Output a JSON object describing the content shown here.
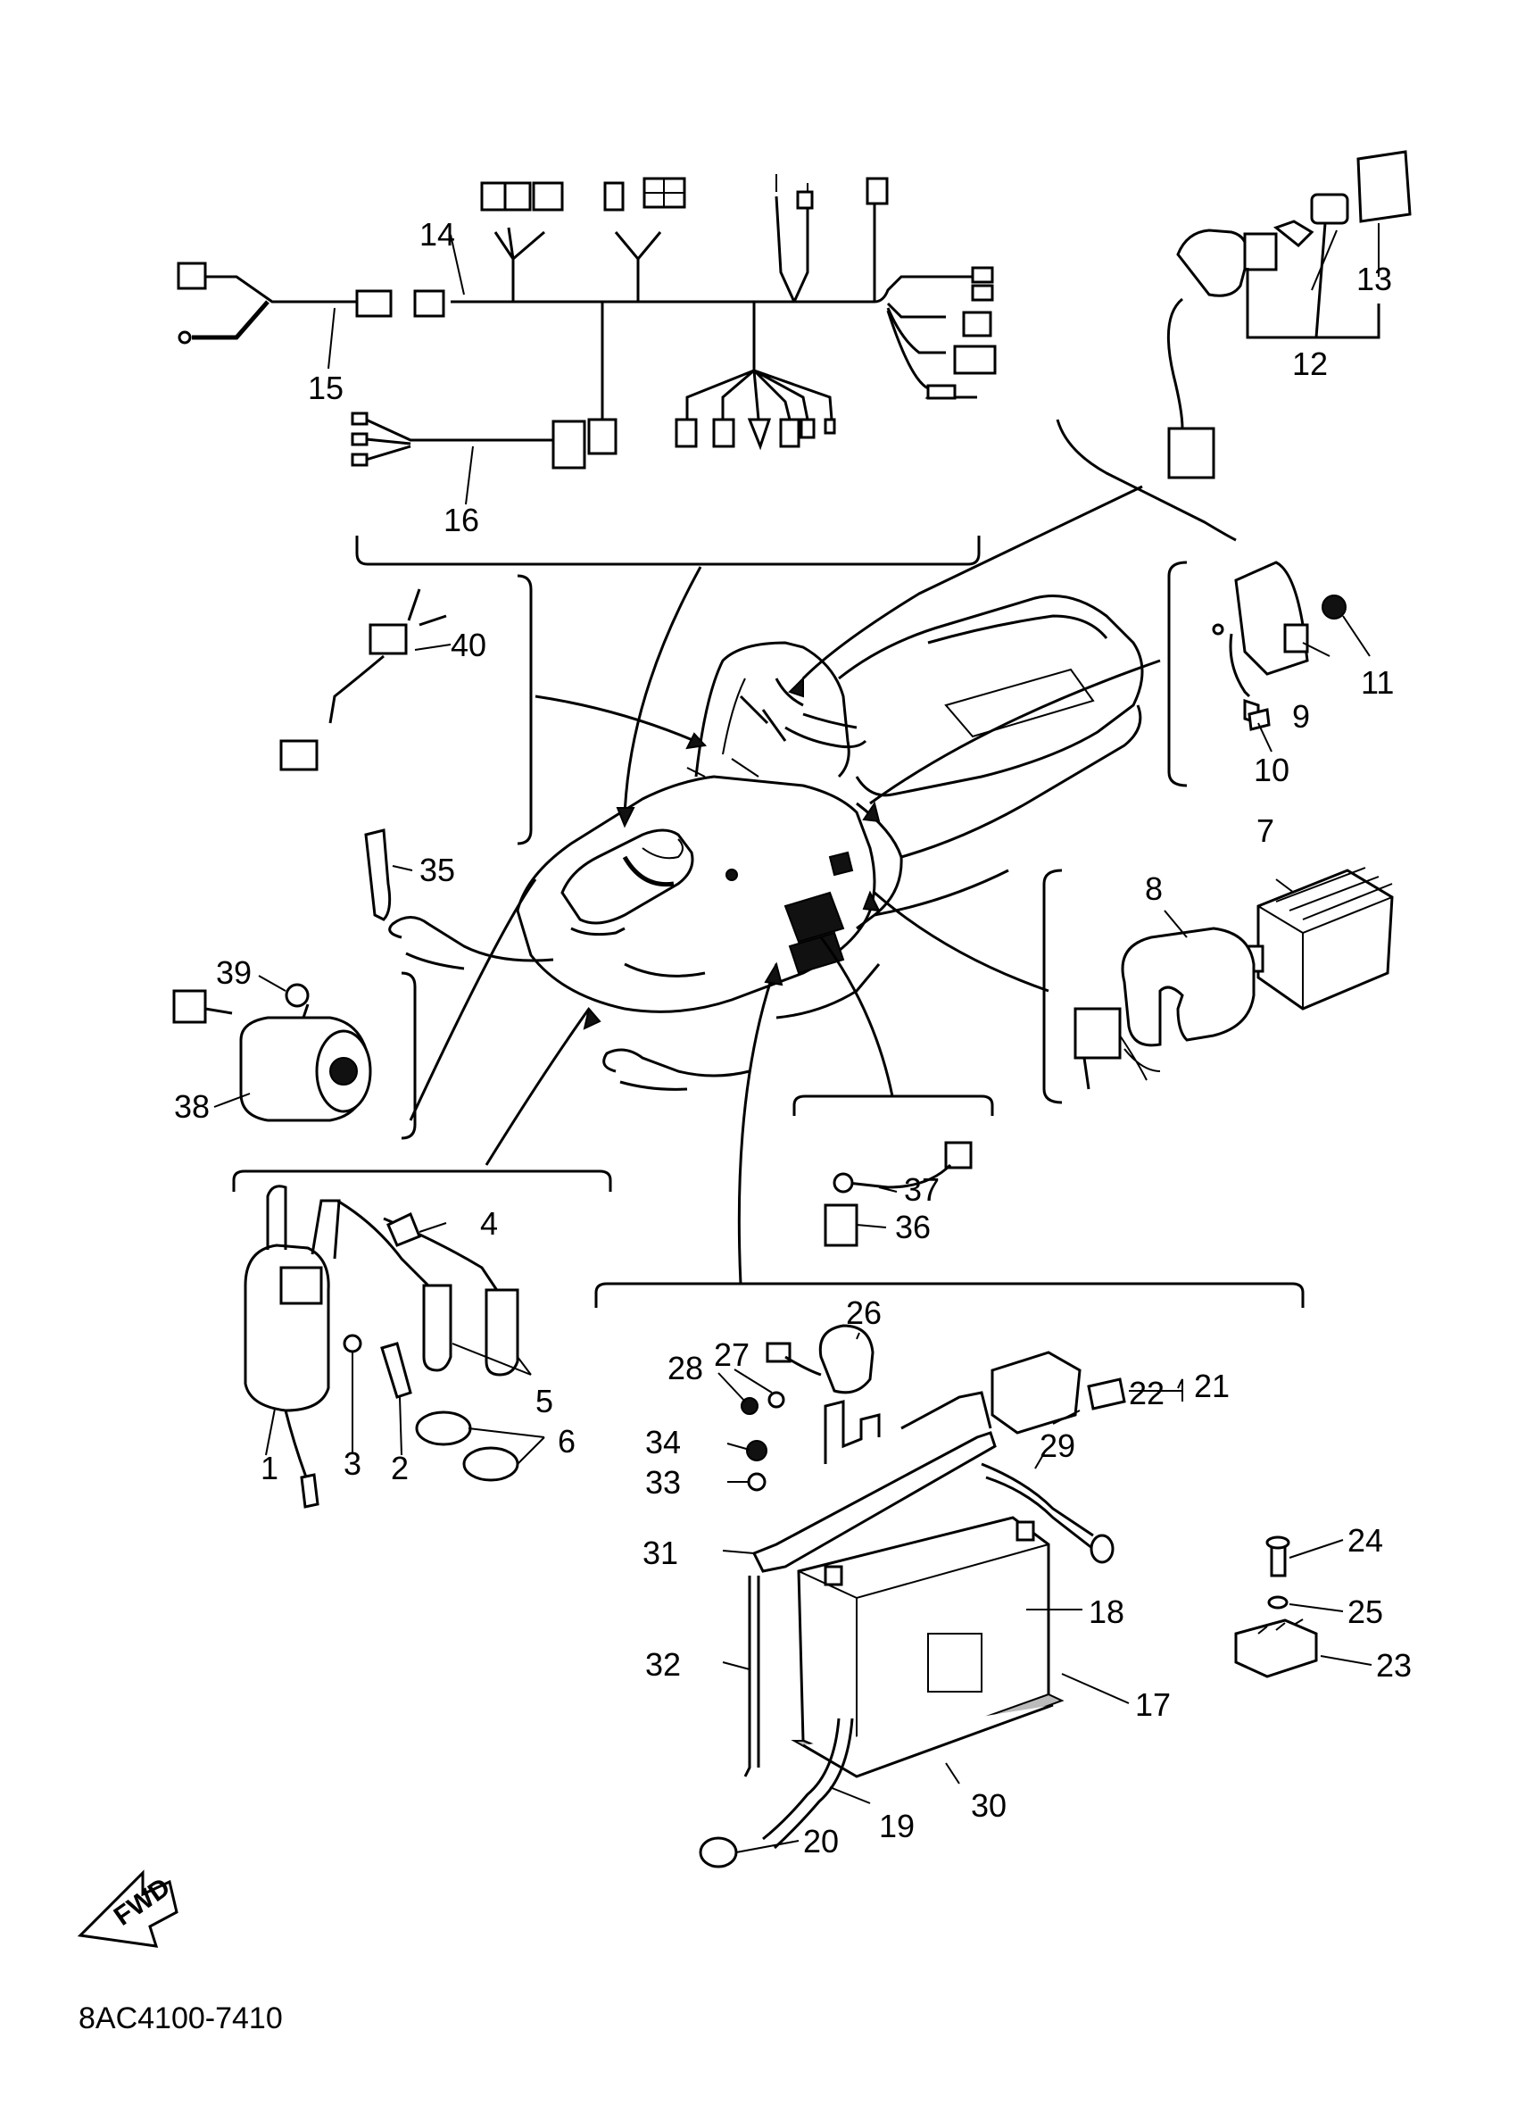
{
  "diagram": {
    "code": "8AC4100-7410",
    "fwd_label": "FWD",
    "parts": [
      {
        "label": "1"
      },
      {
        "label": "2"
      },
      {
        "label": "3"
      },
      {
        "label": "4"
      },
      {
        "label": "5"
      },
      {
        "label": "6"
      },
      {
        "label": "7"
      },
      {
        "label": "8"
      },
      {
        "label": "9"
      },
      {
        "label": "10"
      },
      {
        "label": "11"
      },
      {
        "label": "12"
      },
      {
        "label": "13"
      },
      {
        "label": "14"
      },
      {
        "label": "15"
      },
      {
        "label": "16"
      },
      {
        "label": "17"
      },
      {
        "label": "18"
      },
      {
        "label": "19"
      },
      {
        "label": "20"
      },
      {
        "label": "21"
      },
      {
        "label": "22"
      },
      {
        "label": "23"
      },
      {
        "label": "24"
      },
      {
        "label": "25"
      },
      {
        "label": "26"
      },
      {
        "label": "27"
      },
      {
        "label": "28"
      },
      {
        "label": "29"
      },
      {
        "label": "30"
      },
      {
        "label": "31"
      },
      {
        "label": "32"
      },
      {
        "label": "33"
      },
      {
        "label": "34"
      },
      {
        "label": "35"
      },
      {
        "label": "36"
      },
      {
        "label": "37"
      },
      {
        "label": "38"
      },
      {
        "label": "39"
      },
      {
        "label": "40"
      }
    ]
  }
}
